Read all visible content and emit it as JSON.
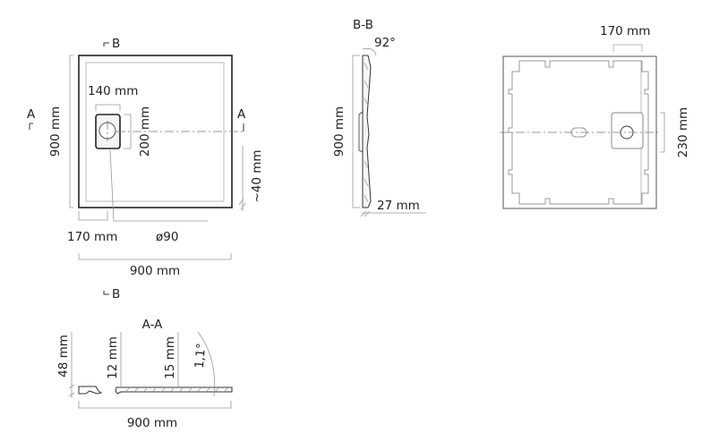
{
  "top_view": {
    "section_b_marker": "B",
    "section_a_left": "A",
    "section_a_right": "A",
    "height_dim": "900 mm",
    "drain_width_dim": "140 mm",
    "drain_height_dim": "200 mm",
    "edge_dim": "~40 mm",
    "drain_offset_dim": "170 mm",
    "drain_diameter": "ø90",
    "width_dim": "900 mm"
  },
  "section_bb": {
    "title": "B-B",
    "angle": "92°",
    "height_dim": "900 mm",
    "thickness_dim": "27 mm"
  },
  "bottom_view": {
    "offset_dim": "170 mm",
    "drain_box_dim": "230 mm"
  },
  "section_aa": {
    "section_b_marker": "B",
    "title": "A-A",
    "height_dim": "48 mm",
    "dim_12": "12 mm",
    "dim_15": "15 mm",
    "slope": "1,1°",
    "width_dim": "900 mm"
  }
}
